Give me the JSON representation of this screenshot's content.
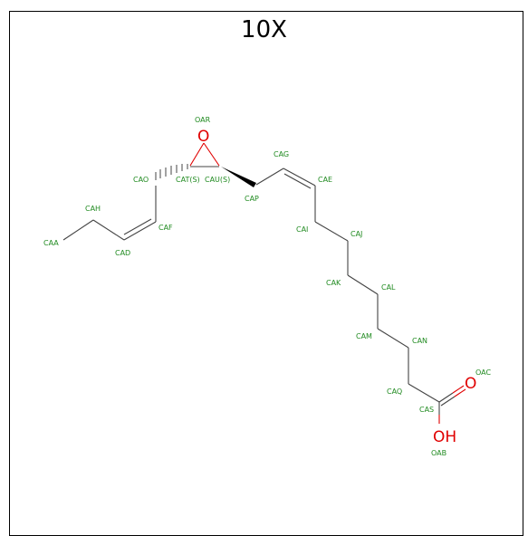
{
  "title": "10X",
  "colors": {
    "carbon_label": "#1f8a1f",
    "hetero_atom": "#e00000",
    "bond": "#444444",
    "frame": "#000000"
  },
  "atoms": {
    "O_epoxide": "O",
    "O_carbonyl": "O",
    "OH_group": "OH"
  },
  "labels": {
    "OAR": "OAR",
    "CAO": "CAO",
    "CAT": "CAT(S)",
    "CAU": "CAU(S)",
    "CAG": "CAG",
    "CAE": "CAE",
    "CAP": "CAP",
    "CAH": "CAH",
    "CAF": "CAF",
    "CAA": "CAA",
    "CAD": "CAD",
    "CAI": "CAI",
    "CAJ": "CAJ",
    "CAK": "CAK",
    "CAL": "CAL",
    "CAM": "CAM",
    "CAN": "CAN",
    "OAC": "OAC",
    "CAQ": "CAQ",
    "CAS": "CAS",
    "OAB": "OAB"
  }
}
